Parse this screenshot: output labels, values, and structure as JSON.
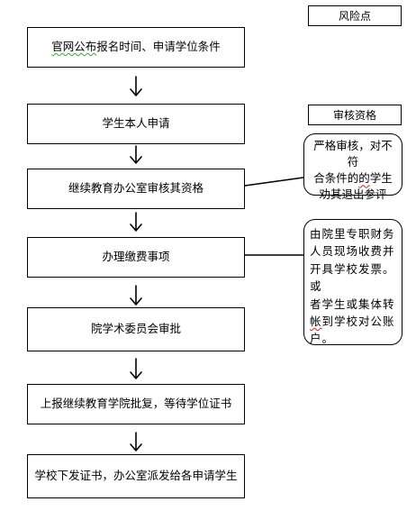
{
  "tags": {
    "risk": "风险点",
    "review": "审核资格"
  },
  "steps": [
    {
      "pre": "",
      "underlined": "官网公布",
      "post": "报名时间、申请学位条件"
    },
    {
      "pre": "学生本人申请",
      "underlined": "",
      "post": ""
    },
    {
      "pre": "继续教育办公室审核其资格",
      "underlined": "",
      "post": ""
    },
    {
      "pre": "办理缴费事项",
      "underlined": "",
      "post": ""
    },
    {
      "pre": "院学术委员会审批",
      "underlined": "",
      "post": ""
    },
    {
      "pre": "上报继续教育学院批复，等待学位证书",
      "underlined": "",
      "post": ""
    },
    {
      "pre": "学校下发证书，办公室派发给各申请学生",
      "underlined": "",
      "post": ""
    }
  ],
  "notes": {
    "qualification": {
      "line1": "严格审核，对不符",
      "line2_pre": "合条件的",
      "line2_mark": "的",
      "line2_post": "学生",
      "line3": "劝其退出参评"
    },
    "payment": {
      "line1": "由院里专职财务",
      "line2": "人员现场收费并",
      "line3": "开具学校发票。或",
      "line4": "者学生或集体转",
      "line5_mark": "帐",
      "line5_post": "到学校对公账",
      "line6": "户。"
    }
  },
  "colors": {
    "line": "#000000",
    "spell_underline_green": "#3aa63a",
    "spell_underline_red": "#e02020"
  }
}
